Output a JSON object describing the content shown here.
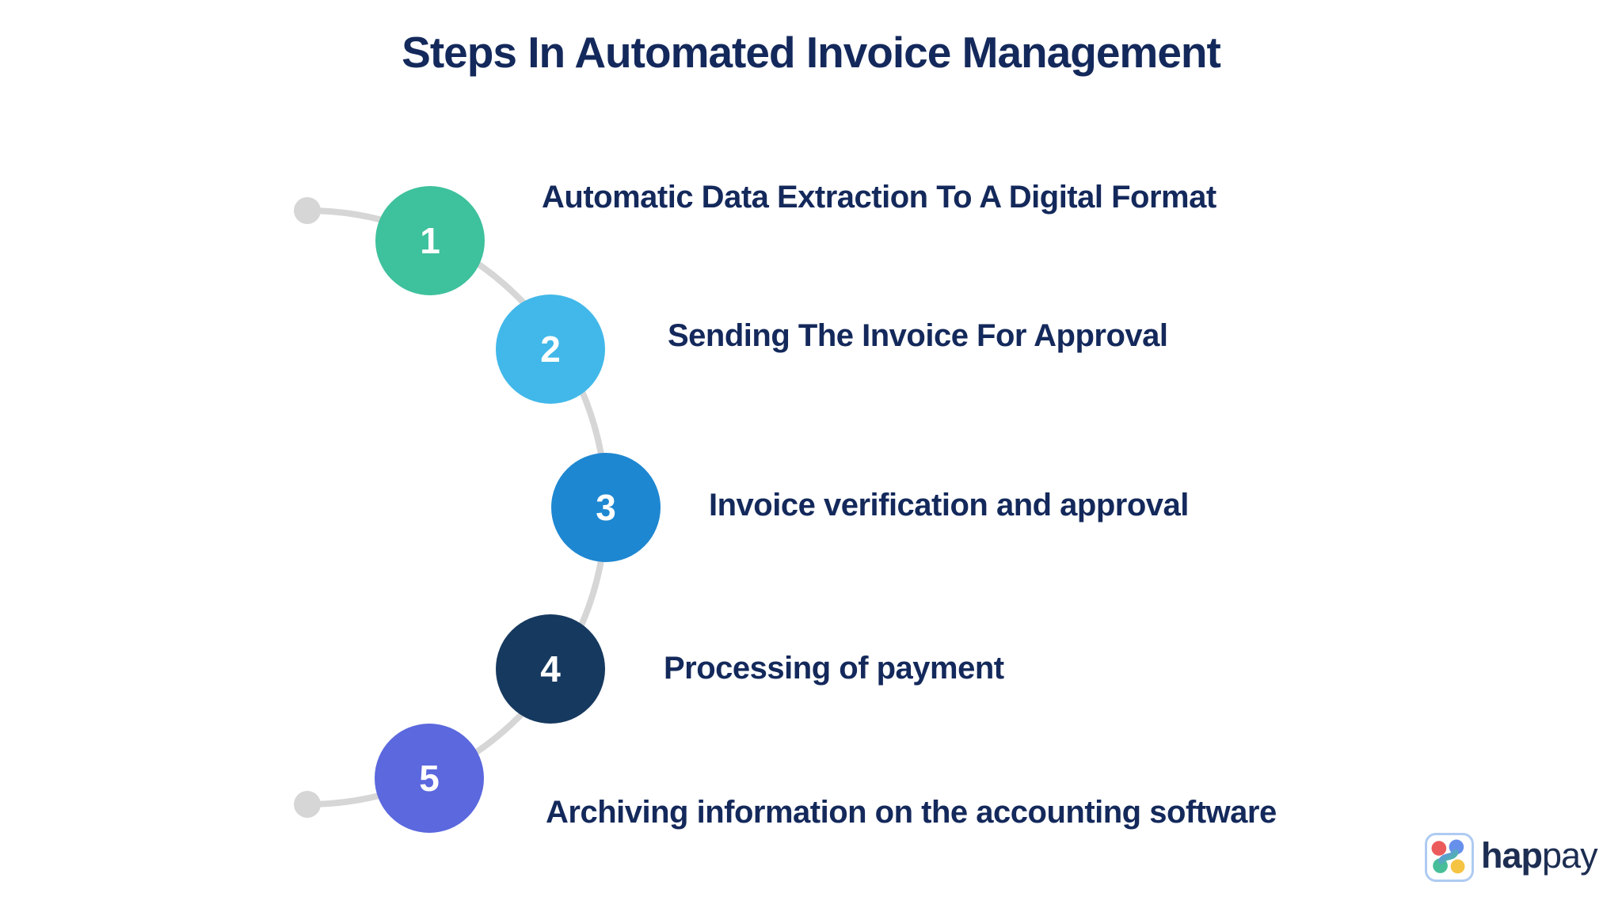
{
  "title": "Steps In Automated Invoice Management",
  "steps": [
    {
      "number": "1",
      "label": "Automatic Data Extraction To A Digital Format",
      "circle_color": "#3EC19D"
    },
    {
      "number": "2",
      "label": "Sending The Invoice For Approval",
      "circle_color": "#41B8E9"
    },
    {
      "number": "3",
      "label": "Invoice verification and approval",
      "circle_color": "#1E87D1"
    },
    {
      "number": "4",
      "label": "Processing of payment",
      "circle_color": "#16395F"
    },
    {
      "number": "5",
      "label": "Archiving information on the accounting software",
      "circle_color": "#5B68DE"
    }
  ],
  "connector": {
    "color": "#D6D6D6"
  },
  "colors": {
    "heading": "#14295B",
    "number_text": "#FFFFFF"
  },
  "logo": {
    "brand_bold": "hap",
    "brand_light": "pay",
    "text_color": "#1D2E52",
    "icon": {
      "border": "#AECBF2",
      "red": "#EC5B5B",
      "blue": "#6790EC",
      "green": "#47BE97",
      "yellow": "#F6C443"
    }
  }
}
